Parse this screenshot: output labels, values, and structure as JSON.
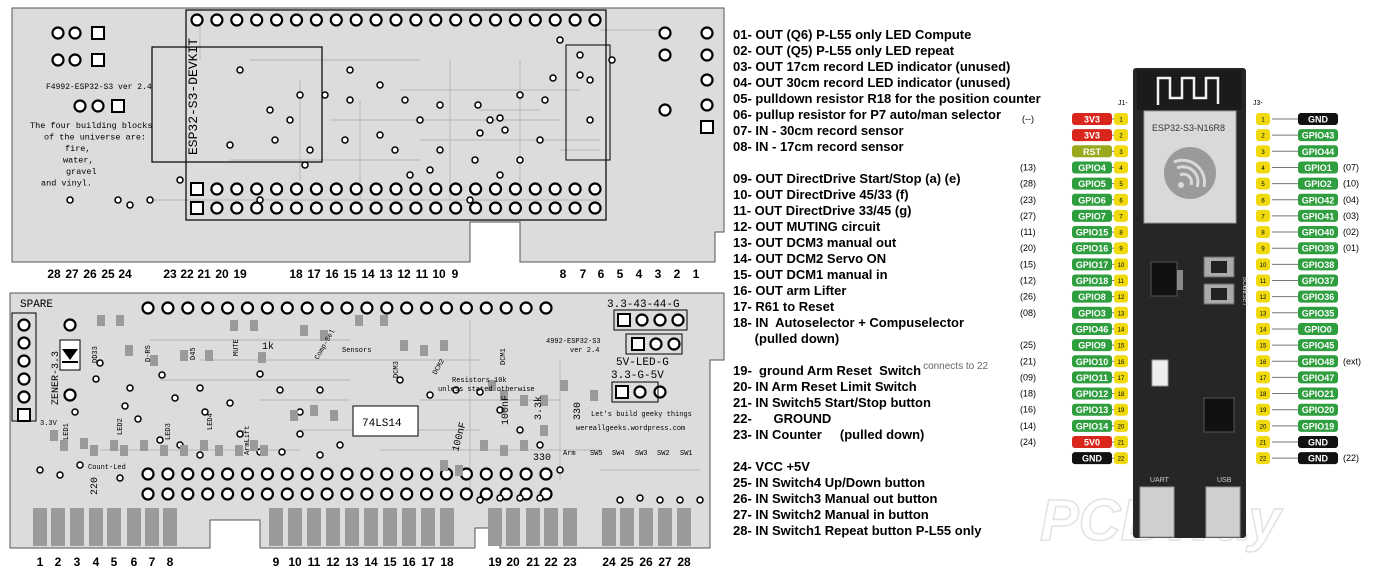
{
  "top_board": {
    "silkscreen_devkit": "ESP32-S3-DEVKIT",
    "version": "F4992-ESP32-S3 ver 2.4",
    "motto": [
      "The four building blocks",
      "of the universe are:",
      "fire,",
      "water,",
      "gravel",
      "and vinyl."
    ],
    "pin_numbers": [
      "28",
      "27",
      "26",
      "25",
      "24",
      "23",
      "22",
      "21",
      "20",
      "19",
      "18",
      "17",
      "16",
      "15",
      "14",
      "13",
      "12",
      "11",
      "10",
      "9",
      "8",
      "7",
      "6",
      "5",
      "4",
      "3",
      "2",
      "1"
    ]
  },
  "bottom_board": {
    "spare": "SPARE",
    "zener": "ZENER-3.3",
    "v33": "3.3V",
    "header_label": "3.3-43-44-G",
    "version": "4992-ESP32-S3\nver 2.4",
    "header2": "5V-LED-G",
    "header3": "3.3-G-5V",
    "resistor_note": [
      "Resistors 10k",
      "unless stated otherwise"
    ],
    "geeky": "Let's build geeky things",
    "website": "wereallgeeks.wordpress.com",
    "ic": "74LS14",
    "cap1": "100nF",
    "cap2": "100nF",
    "r1": "3.3k",
    "r2": "330",
    "r3": "330",
    "r4": "220",
    "r5": "1k",
    "labels": {
      "ddi": "DD33",
      "d_rs": "D-RS",
      "d45": "D45",
      "mute": "MUTE",
      "comp_sel": "Comp-Sel",
      "sensors": "Sensors",
      "dcm3": "DCM3",
      "dcm1": "DCM1",
      "dcm2": "DCM2",
      "led1": "LED1",
      "led2": "LED2",
      "led3": "LED3",
      "led4": "LED4",
      "armlift": "ArmLift",
      "count_led": "Count-Led",
      "arm": "Arm",
      "sw5": "SW5",
      "sw4": "SW4",
      "sw3": "SW3",
      "sw2": "SW2",
      "sw1": "SW1"
    },
    "pin_numbers": [
      "1",
      "2",
      "3",
      "4",
      "5",
      "6",
      "7",
      "8",
      "9",
      "10",
      "11",
      "12",
      "13",
      "14",
      "15",
      "16",
      "17",
      "18",
      "19",
      "20",
      "21",
      "22",
      "23",
      "24",
      "25",
      "26",
      "27",
      "28"
    ]
  },
  "descriptions": [
    {
      "text": "01- OUT (Q6) P-L55 only LED Compute"
    },
    {
      "text": "02- OUT (Q5) P-L55 only LED repeat"
    },
    {
      "text": "03- OUT 17cm record LED indicator (unused)"
    },
    {
      "text": "04- OUT 30cm record LED indicator (unused)"
    },
    {
      "text": "05- pulldown resistor R18 for the position counter"
    },
    {
      "text": "06- pullup resistor for P7 auto/man selector"
    },
    {
      "text": "07- IN - 30cm record sensor"
    },
    {
      "text": "08- IN - 17cm record sensor"
    },
    {
      "text": "09- OUT DirectDrive Start/Stop (a) (e)"
    },
    {
      "text": "10- OUT DirectDrive 45/33 (f)"
    },
    {
      "text": "11- OUT DirectDrive 33/45 (g)"
    },
    {
      "text": "12- OUT MUTING circuit"
    },
    {
      "text": "13- OUT DCM3 manual out"
    },
    {
      "text": "14- OUT DCM2 Servo ON"
    },
    {
      "text": "15- OUT DCM1 manual in"
    },
    {
      "text": "16- OUT arm Lifter"
    },
    {
      "text": "17- R61 to Reset"
    },
    {
      "text": "18- IN  Autoselector + Compuselector"
    },
    {
      "text": "      (pulled down)"
    },
    {
      "text": "19-  ground Arm Reset  Switch",
      "note": "connects to 22"
    },
    {
      "text": "20- IN Arm Reset Limit Switch"
    },
    {
      "text": "21- IN Switch5 Start/Stop button"
    },
    {
      "text": "22-      GROUND"
    },
    {
      "text": "23- IN Counter     (pulled down)"
    },
    {
      "text": "24- VCC +5V"
    },
    {
      "text": "25- IN Switch4 Up/Down button"
    },
    {
      "text": "26- IN Switch3 Manual out button"
    },
    {
      "text": "27- IN Switch2 Manual in button"
    },
    {
      "text": "28- IN Switch1 Repeat button P-L55 only"
    }
  ],
  "devkit": {
    "chip": "ESP32-S3-N16R8",
    "j1": "J1-",
    "j3": "J3-",
    "boot": "BOOT",
    "reset": "RESET",
    "uart": "UART",
    "usb": "USB",
    "watermark": "PCBWay",
    "left_pins": [
      {
        "name": "3V3",
        "num": "1",
        "color": "#d9261c",
        "side": "(--)"
      },
      {
        "name": "3V3",
        "num": "2",
        "color": "#d9261c",
        "side": ""
      },
      {
        "name": "RST",
        "num": "3",
        "color": "#9aa81e",
        "side": ""
      },
      {
        "name": "GPIO4",
        "num": "4",
        "color": "#2e9e3e",
        "side": "(13)"
      },
      {
        "name": "GPIO5",
        "num": "5",
        "color": "#2e9e3e",
        "side": "(28)"
      },
      {
        "name": "GPIO6",
        "num": "6",
        "color": "#2e9e3e",
        "side": "(23)"
      },
      {
        "name": "GPIO7",
        "num": "7",
        "color": "#2e9e3e",
        "side": "(27)"
      },
      {
        "name": "GPIO15",
        "num": "8",
        "color": "#2e9e3e",
        "side": "(11)"
      },
      {
        "name": "GPIO16",
        "num": "9",
        "color": "#2e9e3e",
        "side": "(20)"
      },
      {
        "name": "GPIO17",
        "num": "10",
        "color": "#2e9e3e",
        "side": "(15)"
      },
      {
        "name": "GPIO18",
        "num": "11",
        "color": "#2e9e3e",
        "side": "(12)"
      },
      {
        "name": "GPIO8",
        "num": "12",
        "color": "#2e9e3e",
        "side": "(26)"
      },
      {
        "name": "GPIO3",
        "num": "13",
        "color": "#2e9e3e",
        "side": "(08)"
      },
      {
        "name": "GPIO46",
        "num": "14",
        "color": "#2e9e3e",
        "side": ""
      },
      {
        "name": "GPIO9",
        "num": "15",
        "color": "#2e9e3e",
        "side": "(25)"
      },
      {
        "name": "GPIO10",
        "num": "16",
        "color": "#2e9e3e",
        "side": "(21)"
      },
      {
        "name": "GPIO11",
        "num": "17",
        "color": "#2e9e3e",
        "side": "(09)"
      },
      {
        "name": "GPIO12",
        "num": "18",
        "color": "#2e9e3e",
        "side": "(18)"
      },
      {
        "name": "GPIO13",
        "num": "19",
        "color": "#2e9e3e",
        "side": "(16)"
      },
      {
        "name": "GPIO14",
        "num": "20",
        "color": "#2e9e3e",
        "side": "(14)"
      },
      {
        "name": "5V0",
        "num": "21",
        "color": "#d9261c",
        "side": "(24)"
      },
      {
        "name": "GND",
        "num": "22",
        "color": "#111111",
        "side": ""
      }
    ],
    "right_pins": [
      {
        "name": "GND",
        "num": "1",
        "color": "#111111",
        "side": ""
      },
      {
        "name": "GPIO43",
        "num": "2",
        "color": "#2e9e3e",
        "side": ""
      },
      {
        "name": "GPIO44",
        "num": "3",
        "color": "#2e9e3e",
        "side": ""
      },
      {
        "name": "GPIO1",
        "num": "4",
        "color": "#2e9e3e",
        "side": "(07)"
      },
      {
        "name": "GPIO2",
        "num": "5",
        "color": "#2e9e3e",
        "side": "(10)"
      },
      {
        "name": "GPIO42",
        "num": "6",
        "color": "#2e9e3e",
        "side": "(04)"
      },
      {
        "name": "GPIO41",
        "num": "7",
        "color": "#2e9e3e",
        "side": "(03)"
      },
      {
        "name": "GPIO40",
        "num": "8",
        "color": "#2e9e3e",
        "side": "(02)"
      },
      {
        "name": "GPIO39",
        "num": "9",
        "color": "#2e9e3e",
        "side": "(01)"
      },
      {
        "name": "GPIO38",
        "num": "10",
        "color": "#2e9e3e",
        "side": ""
      },
      {
        "name": "GPIO37",
        "num": "11",
        "color": "#2e9e3e",
        "side": ""
      },
      {
        "name": "GPIO36",
        "num": "12",
        "color": "#2e9e3e",
        "side": ""
      },
      {
        "name": "GPIO35",
        "num": "13",
        "color": "#2e9e3e",
        "side": ""
      },
      {
        "name": "GPIO0",
        "num": "14",
        "color": "#2e9e3e",
        "side": ""
      },
      {
        "name": "GPIO45",
        "num": "15",
        "color": "#2e9e3e",
        "side": ""
      },
      {
        "name": "GPIO48",
        "num": "16",
        "color": "#2e9e3e",
        "side": "(ext)"
      },
      {
        "name": "GPIO47",
        "num": "17",
        "color": "#2e9e3e",
        "side": ""
      },
      {
        "name": "GPIO21",
        "num": "18",
        "color": "#2e9e3e",
        "side": ""
      },
      {
        "name": "GPIO20",
        "num": "19",
        "color": "#2e9e3e",
        "side": ""
      },
      {
        "name": "GPIO19",
        "num": "20",
        "color": "#2e9e3e",
        "side": ""
      },
      {
        "name": "GND",
        "num": "21",
        "color": "#111111",
        "side": ""
      },
      {
        "name": "GND",
        "num": "22",
        "color": "#111111",
        "side": "(22)"
      }
    ]
  }
}
